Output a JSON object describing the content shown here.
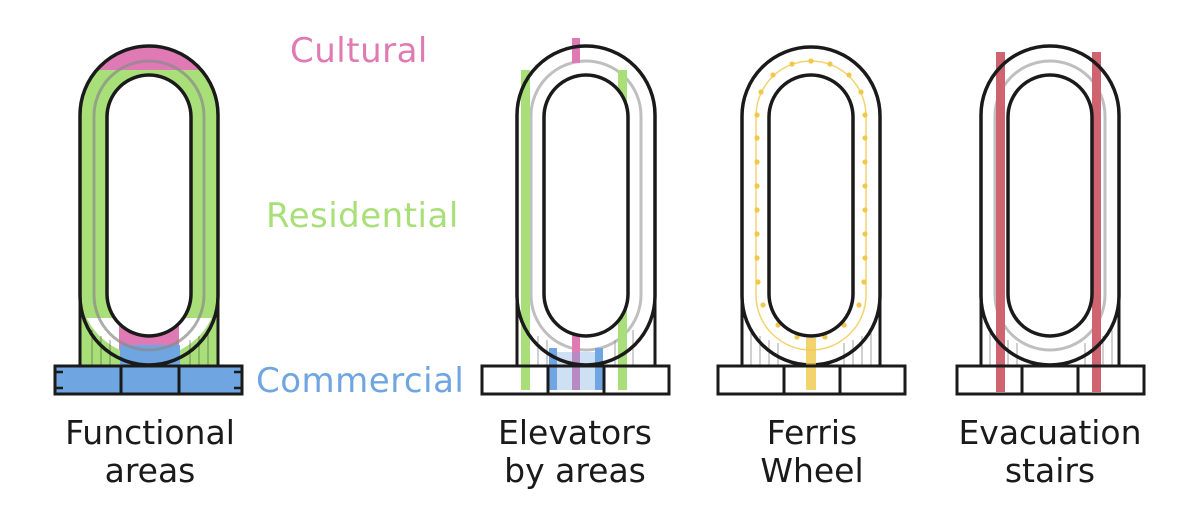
{
  "legend": {
    "cultural": "Cultural",
    "residential": "Residential",
    "commercial": "Commercial"
  },
  "captions": {
    "functional": [
      "Functional",
      "areas"
    ],
    "elevators": [
      "Elevators",
      "by areas"
    ],
    "ferris": [
      "Ferris",
      "Wheel"
    ],
    "evacuation": [
      "Evacuation",
      "stairs"
    ]
  },
  "colors": {
    "cultural": "#e07ab5",
    "residential": "#a9df79",
    "commercial": "#6fa5e0",
    "ferris": "#f0c84a",
    "stairs": "#cf6470",
    "outline": "#1a1a1a"
  }
}
